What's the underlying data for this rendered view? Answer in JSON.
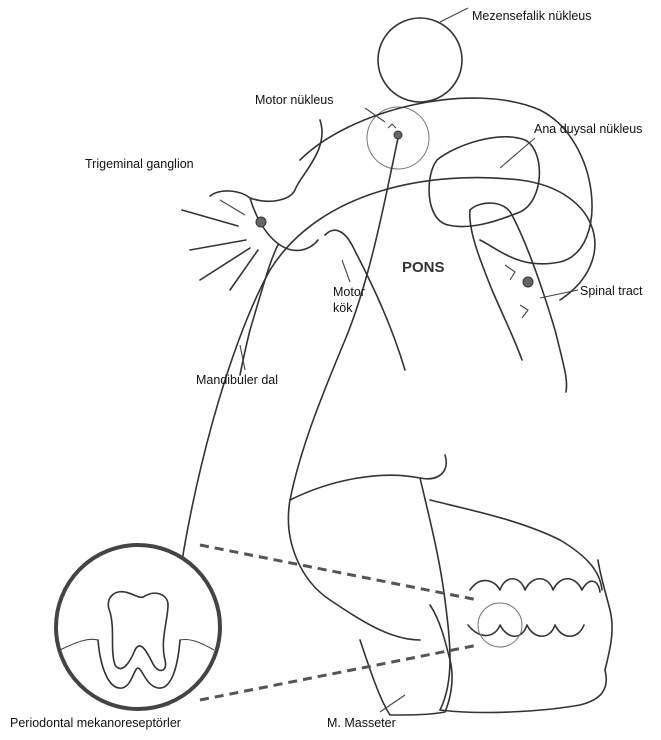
{
  "labels": {
    "mesencephalic": "Mezensefalik nükleus",
    "motor_nucleus": "Motor nükleus",
    "main_sensory": "Ana duysal nükleus",
    "trigeminal_ganglion": "Trigeminal ganglion",
    "pons": "PONS",
    "motor_root_line1": "Motor",
    "motor_root_line2": "kök",
    "spinal_tract": "Spinal tract",
    "mandibular_branch": "Mandibuler dal",
    "periodontal": "Periodontal mekanoreseptörler",
    "masseter": "M. Masseter"
  },
  "colors": {
    "line": "#333333",
    "background": "#ffffff"
  }
}
